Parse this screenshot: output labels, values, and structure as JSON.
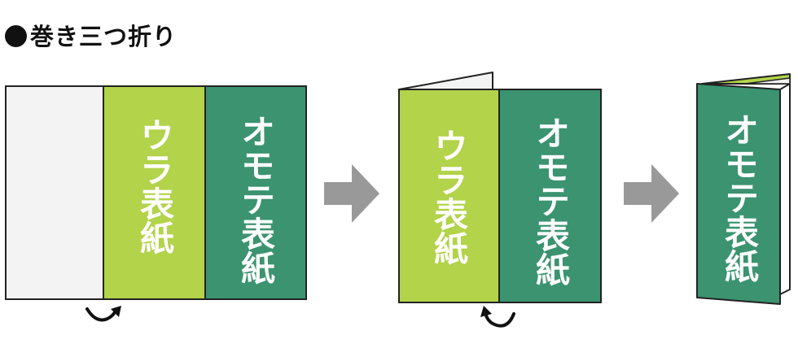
{
  "title": "巻き三つ折り",
  "panels": {
    "back_cover": "ウラ表紙",
    "front_cover": "オモテ表紙"
  },
  "colors": {
    "light_panel": "#f3f3f3",
    "back_cover_green": "#b2d34a",
    "front_cover_green": "#3b9370",
    "arrow_gray": "#999999",
    "outline": "#222222"
  },
  "icons": {
    "curl_arrow_1": "curved-arrow-clockwise-icon",
    "curl_arrow_2": "curved-arrow-counterclockwise-icon",
    "step_arrow": "right-arrow-icon"
  }
}
